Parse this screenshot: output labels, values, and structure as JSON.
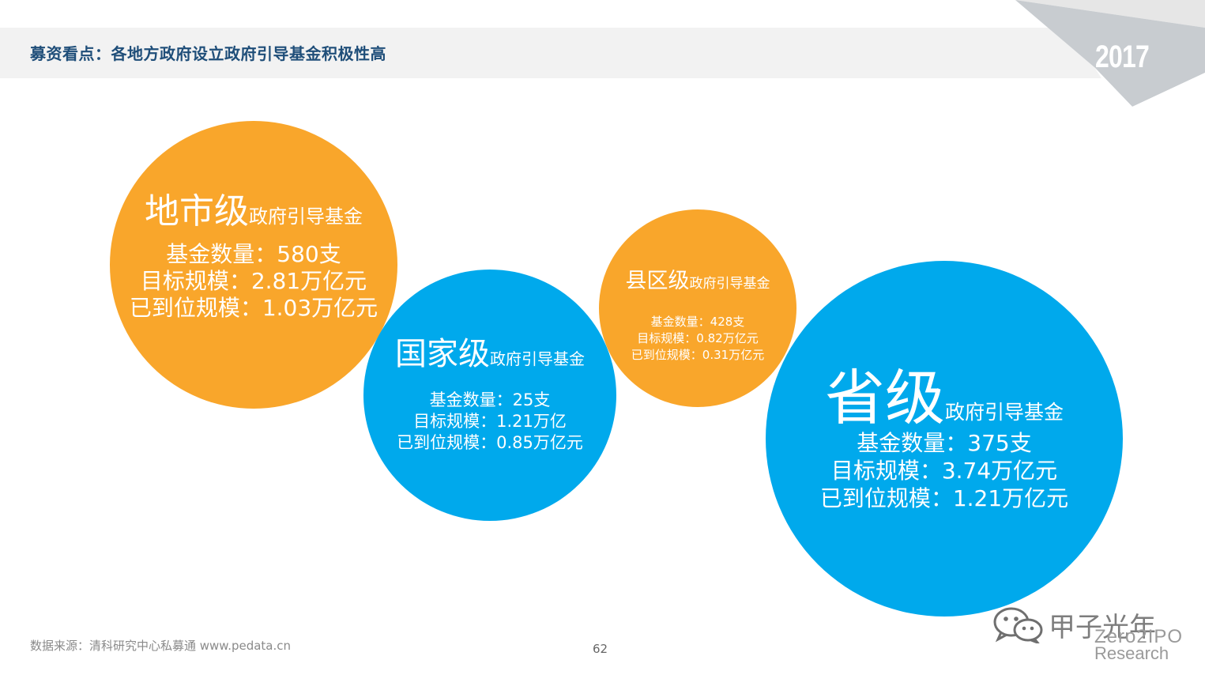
{
  "header": {
    "title": "募资看点：各地方政府设立政府引导基金积极性高",
    "year": "2017"
  },
  "bubbles": {
    "city": {
      "level": "地市级",
      "suffix": "政府引导基金",
      "lines": [
        "基金数量：580支",
        "目标规模：2.81万亿元",
        "已到位规模：1.03万亿元"
      ]
    },
    "national": {
      "level": "国家级",
      "suffix": "政府引导基金",
      "lines": [
        "基金数量：25支",
        "目标规模：1.21万亿",
        "已到位规模：0.85万亿元"
      ]
    },
    "county": {
      "level": "县区级",
      "suffix": "政府引导基金",
      "lines": [
        "基金数量：428支",
        "目标规模：0.82万亿元",
        "已到位规模：0.31万亿元"
      ]
    },
    "province": {
      "level": "省级",
      "suffix": "政府引导基金",
      "lines": [
        "基金数量：375支",
        "目标规模：3.74万亿元",
        "已到位规模：1.21万亿元"
      ]
    }
  },
  "footer": {
    "source": "数据来源：清科研究中心私募通 www.pedata.cn",
    "page_number": "62"
  },
  "watermark": {
    "name": "甲子光年",
    "brand_line1": "Zero2IPO",
    "brand_line2": "Research"
  },
  "colors": {
    "orange": "#f9a62b",
    "blue": "#00a9ec",
    "title": "#1f4e79"
  },
  "icons": [
    "wechat-icon"
  ]
}
